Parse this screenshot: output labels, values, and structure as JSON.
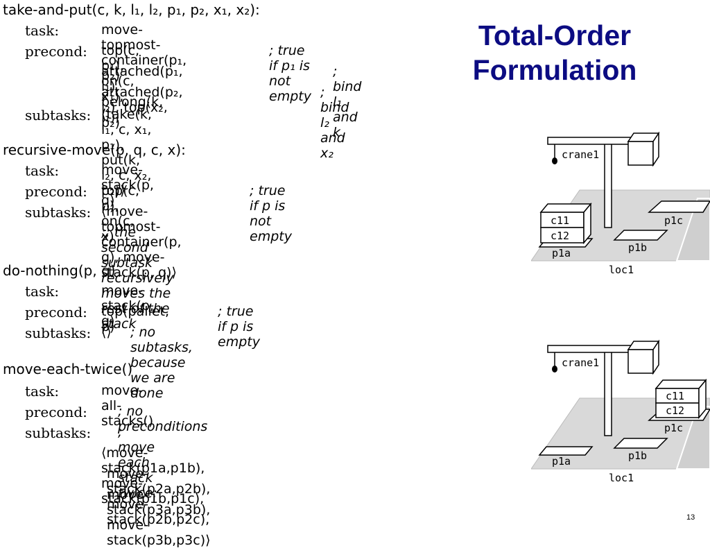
{
  "slide": {
    "title_line1": "Total-Order",
    "title_line2": "Formulation",
    "page_number": "13"
  },
  "methods": [
    {
      "head": "take-and-put(c, k, l₁, l₂, p₁, p₂, x₁, x₂):",
      "task_label": "task:",
      "task": "move-topmost-container(p₁, p₂)",
      "precond_label": "precond:",
      "precond_lines": [
        {
          "text": "top(c, p₁), on(c, x₁),",
          "comment": "; true if p₁ is not empty"
        },
        {
          "text": "attached(p₁, l₁), belong(k, l₁),",
          "comment": "; bind l₁ and k"
        },
        {
          "text": "attached(p₂, l₂), top(x₂, p₂)",
          "comment": "; bind l₂ and x₂"
        }
      ],
      "subtasks_label": "subtasks:",
      "subtasks": "⟨take(k, l₁, c, x₁, p₁), put(k, l₂, c, x₂, p₂)⟩"
    },
    {
      "head": "recursive-move(p, q, c, x):",
      "task_label": "task:",
      "task": "move-stack(p, q)",
      "precond_label": "precond:",
      "precond_lines": [
        {
          "text": "top(c, p), on(c, x)",
          "comment": "; true if p is not empty"
        }
      ],
      "subtasks_label": "subtasks:",
      "subtasks": "⟨move-topmost-container(p, q), move-stack(p, q)⟩",
      "note": ";; the second subtask recursively moves the rest of the stack"
    },
    {
      "head": "do-nothing(p, q)",
      "task_label": "task:",
      "task": "move-stack(p, q)",
      "precond_label": "precond:",
      "precond_lines": [
        {
          "text": "top(pallet, p)",
          "comment": "; true if p is empty"
        }
      ],
      "subtasks_label": "subtasks:",
      "subtasks": "⟨⟩",
      "subtasks_comment": "; no subtasks, because we are done"
    },
    {
      "head": "move-each-twice()",
      "task_label": "task:",
      "task": "move-all-stacks()",
      "precond_label": "precond:",
      "precond_comment": "; no preconditions",
      "subtasks_label": "subtasks:",
      "subtasks_comment": "; move each stack twice:",
      "subtask_lines": [
        "⟨move-stack(p1a,p1b), move-stack(p1b,p1c),",
        "move-stack(p2a,p2b), move-stack(p2b,p2c),",
        "move-stack(p3a,p3b), move-stack(p3b,p3c)⟩"
      ]
    }
  ],
  "figures": [
    {
      "crane": "crane1",
      "containers": [
        "c11",
        "c12"
      ],
      "pallets": [
        "p1a",
        "p1b",
        "p1c"
      ],
      "stack_on": "p1a",
      "location": "loc1"
    },
    {
      "crane": "crane1",
      "containers": [
        "c11",
        "c12"
      ],
      "pallets": [
        "p1a",
        "p1b",
        "p1c"
      ],
      "stack_on": "p1c",
      "location": "loc1"
    }
  ]
}
